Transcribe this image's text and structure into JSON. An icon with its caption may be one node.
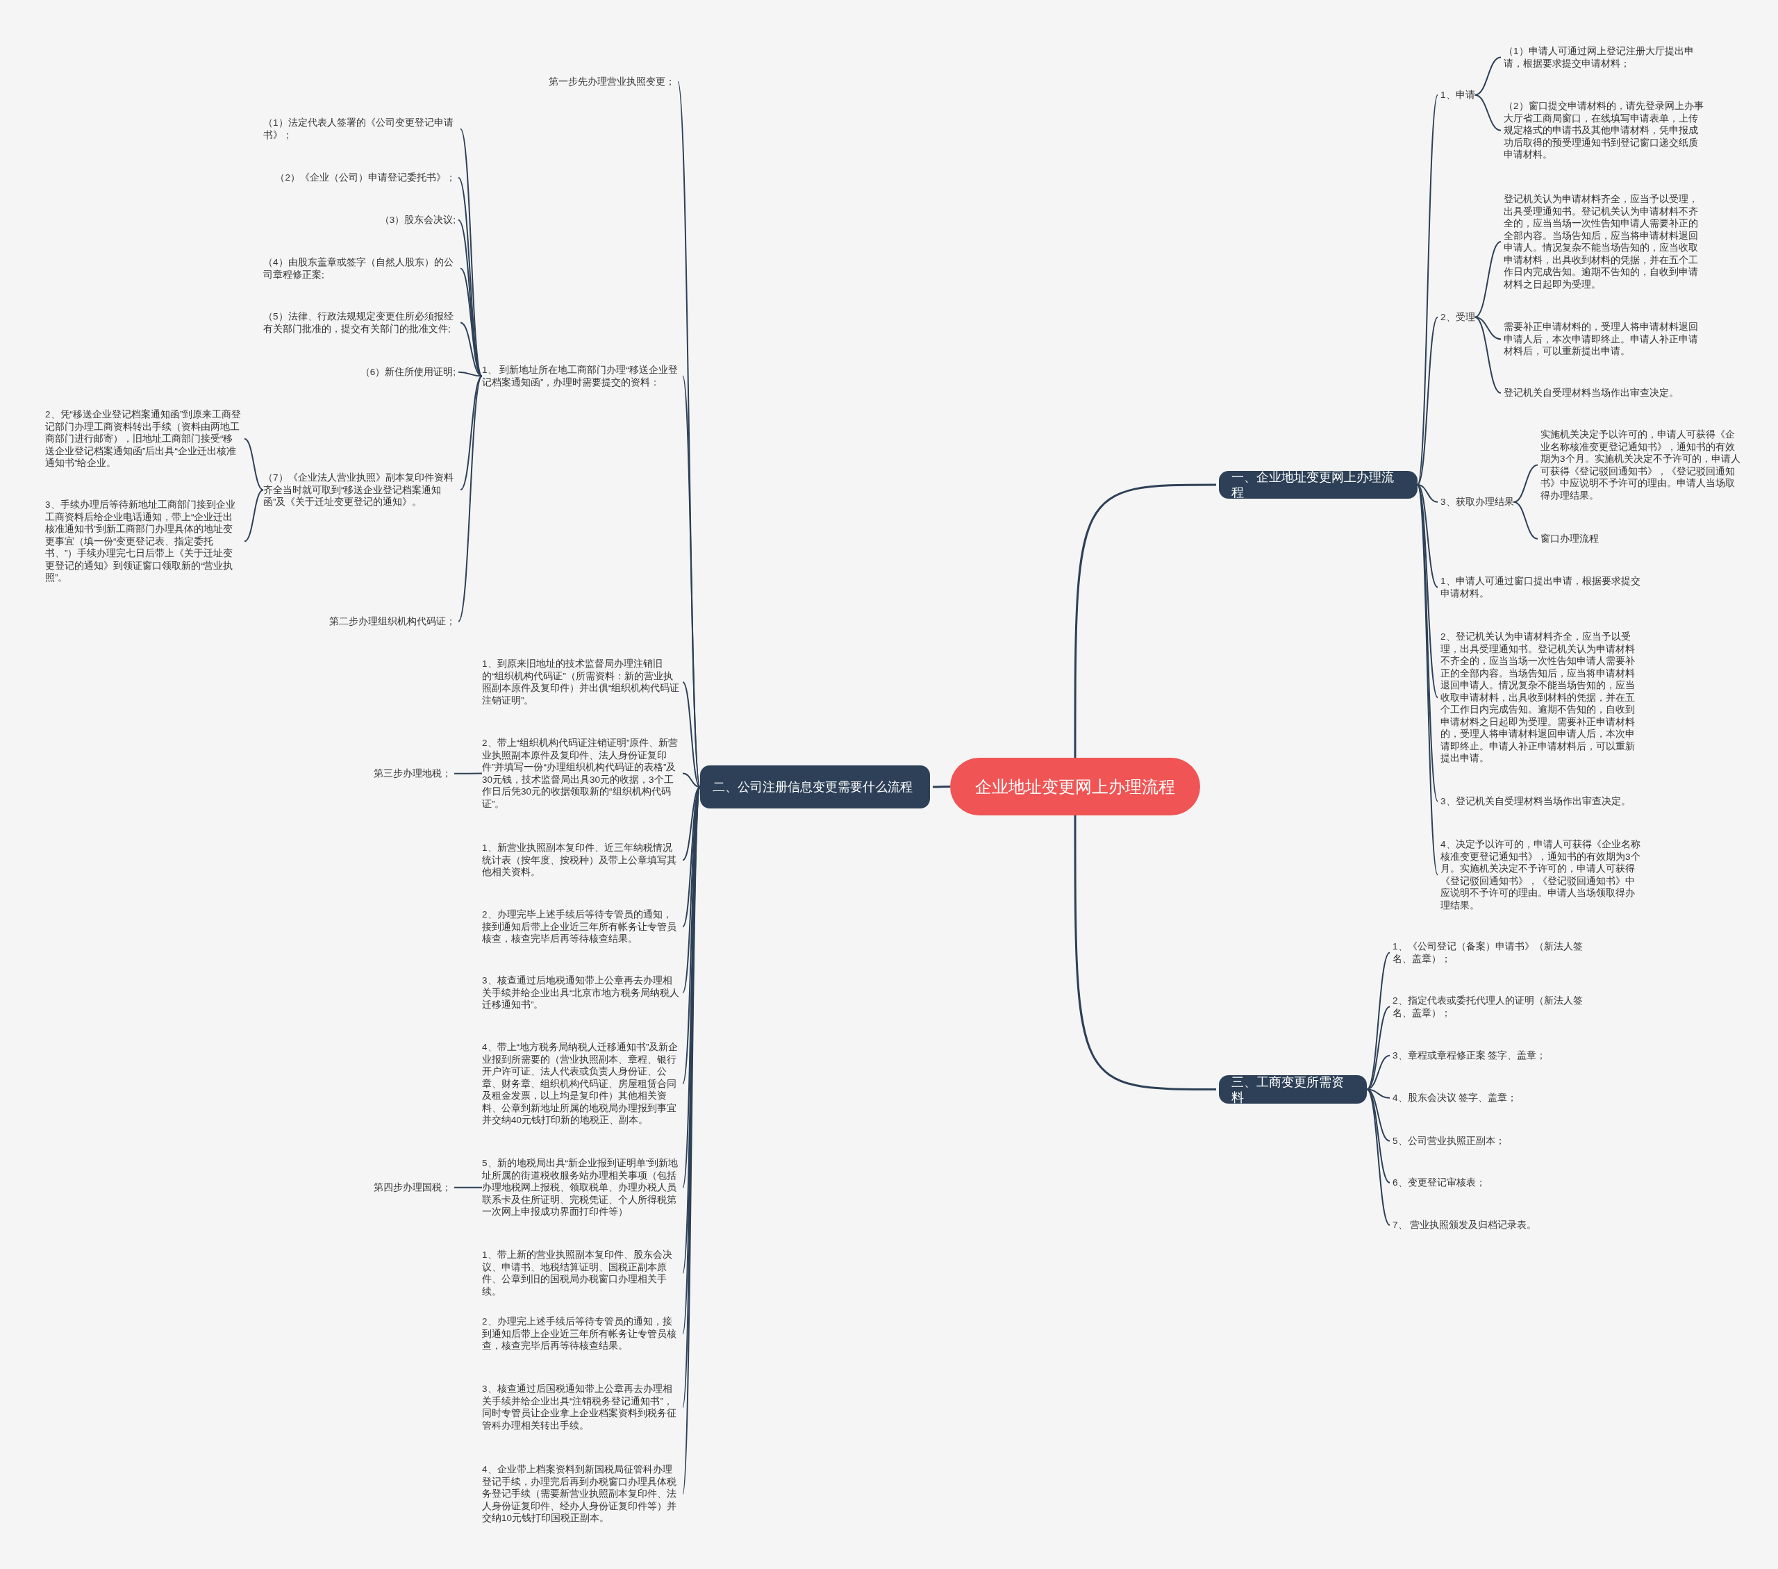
{
  "diagram": {
    "nodes": [
      {
        "text": [
          "企业地址变更网上办理流程"
        ]
      },
      {
        "text": [
          "一、企业地址变更网上办理流程"
        ]
      },
      {
        "text": [
          "1、申请"
        ]
      },
      {
        "text": [
          "（1）申请人可通过网上登记注册大厅提出申请，根据要求提交申请材料；"
        ]
      },
      {
        "text": [
          "（2）窗口提交申请材料的，请先登录网上办事大厅省工商局窗口，在线填写申请表单，上传规定格式的申请书及其他申请材料，凭申报成功后取得的预受理通知书到登记窗口递交纸质申请材料。"
        ]
      },
      {
        "text": [
          "2、受理"
        ]
      },
      {
        "text": [
          "登记机关认为申请材料齐全，应当予以受理，出具受理通知书。登记机关认为申请材料不齐全的，应当当场一次性告知申请人需要补正的全部内容。当场告知后，应当将申请材料退回申请人。情况复杂不能当场告知的，应当收取申请材料，出具收到材料的凭据，并在五个工作日内完成告知。逾期不告知的，自收到申请材料之日起即为受理。"
        ]
      },
      {
        "text": [
          "需要补正申请材料的，受理人将申请材料退回申请人后，本次申请即终止。申请人补正申请材料后，可以重新提出申请。"
        ]
      },
      {
        "text": [
          "登记机关自受理材料当场作出审查决定。"
        ]
      },
      {
        "text": [
          "3、获取办理结果"
        ]
      },
      {
        "text": [
          "实施机关决定予以许可的，申请人可获得《企业名称核准变更登记通知书》，通知书的有效期为3个月。实施机关决定不予许可的，申请人可获得《登记驳回通知书》，《登记驳回通知书》中应说明不予许可的理由。申请人当场取得办理结果。"
        ]
      },
      {
        "text": [
          "窗口办理流程"
        ]
      },
      {
        "text": [
          "1、申请人可通过窗口提出申请，根据要求提交申请材料。"
        ]
      },
      {
        "text": [
          "2、登记机关认为申请材料齐全，应当予以受理，出具受理通知书。登记机关认为申请材料不齐全的，应当当场一次性告知申请人需要补正的全部内容。当场告知后，应当将申请材料退回申请人。情况复杂不能当场告知的，应当收取申请材料，出具收到材料的凭据，并在五个工作日内完成告知。逾期不告知的，自收到申请材料之日起即为受理。需要补正申请材料的，受理人将申请材料退回申请人后，本次申请即终止。申请人补正申请材料后，可以重新提出申请。"
        ]
      },
      {
        "text": [
          "3、登记机关自受理材料当场作出审查决定。"
        ]
      },
      {
        "text": [
          "4、决定予以许可的，申请人可获得《企业名称核准变更登记通知书》，通知书的有效期为3个月。实施机关决定不予许可的，申请人可获得《登记驳回通知书》，《登记驳回通知书》中应说明不予许可的理由。申请人当场领取得办理结果。"
        ]
      },
      {
        "text": [
          "三、工商变更所需资料"
        ]
      },
      {
        "text": [
          "1、《公司登记（备案）申请书》（新法人签名、盖章）；"
        ]
      },
      {
        "text": [
          "2、指定代表或委托代理人的证明（新法人签名、盖章）；"
        ]
      },
      {
        "text": [
          "3、章程或章程修正案 签字、盖章；"
        ]
      },
      {
        "text": [
          "4、股东会决议 签字、盖章；"
        ]
      },
      {
        "text": [
          "5、公司营业执照正副本；"
        ]
      },
      {
        "text": [
          "6、变更登记审核表；"
        ]
      },
      {
        "text": [
          "7、 营业执照颁发及归档记录表。"
        ]
      },
      {
        "text": [
          "二、公司注册信息变更需要什么流程"
        ]
      },
      {
        "text": [
          "第一步先办理营业执照变更；"
        ]
      },
      {
        "text": [
          "1、 到新地址所在地工商部门办理“移送企业登记档案通知函”，办理时需要提交的资料："
        ]
      },
      {
        "text": [
          "（1）法定代表人签署的《公司变更登记申请书》；"
        ]
      },
      {
        "text": [
          "（2）《企业（公司）申请登记委托书》；"
        ]
      },
      {
        "text": [
          "（3）股东会决议;"
        ]
      },
      {
        "text": [
          "（4）由股东盖章或签字（自然人股东）的公司章程修正案;"
        ]
      },
      {
        "text": [
          "（5）法律、行政法规规定变更住所必须报经有关部门批准的，提交有关部门的批准文件;"
        ]
      },
      {
        "text": [
          "（6）新住所使用证明;"
        ]
      },
      {
        "text": [
          "（7）《企业法人营业执照》副本复印件资料齐全当时就可取到“移送企业登记档案通知函”及《关于迁址变更登记的通知》。"
        ]
      },
      {
        "text": [
          "2、凭“移送企业登记档案通知函”到原来工商登记部门办理工商资料转出手续（资料由两地工商部门进行邮寄），旧地址工商部门接受“移送企业登记档案通知函”后出具“企业迁出核准通知书”给企业。"
        ]
      },
      {
        "text": [
          "3、手续办理后等待新地址工商部门接到企业工商资料后给企业电话通知，带上“企业迁出核准通知书”到新工商部门办理具体的地址变更事宜（填一份“变更登记表、指定委托书、”）手续办理完七日后带上《关于迁址变更登记的通知》到领证窗口领取新的“营业执照”。"
        ]
      },
      {
        "text": [
          "第二步办理组织机构代码证；"
        ]
      },
      {
        "text": [
          "1、到原来旧地址的技术监督局办理注销旧的“组织机构代码证”（所需资料：新的营业执照副本原件及复印件）并出俱“组织机构代码证注销证明”。"
        ]
      },
      {
        "text": [
          "2、带上“组织机构代码证注销证明”原件、新营业执照副本原件及复印件、法人身份证复印件”并填写一份“办理组织机构代码证的表格”及30元钱，技术监督局出具30元的收据，3个工作日后凭30元的收据领取新的“组织机构代码证”。"
        ]
      },
      {
        "text": [
          "第三步办理地税；"
        ]
      },
      {
        "text": [
          "1、新营业执照副本复印件、近三年纳税情况统计表（按年度、按税种）及带上公章填写其他相关资料。"
        ]
      },
      {
        "text": [
          "2、办理完毕上述手续后等待专管员的通知，接到通知后带上企业近三年所有帐务让专管员核查，核查完毕后再等待核查结果。"
        ]
      },
      {
        "text": [
          "3、核查通过后地税通知带上公章再去办理相关手续并给企业出具“北京市地方税务局纳税人迁移通知书”。"
        ]
      },
      {
        "text": [
          "4、带上“地方税务局纳税人迁移通知书”及新企业报到所需要的（营业执照副本、章程、银行开户许可证、法人代表或负责人身份证、公章、财务章、组织机构代码证、房屋租赁合同及租金发票，以上均是复印件）其他相关资料、公章到新地址所属的地税局办理报到事宜并交纳40元钱打印新的地税正、副本。"
        ]
      },
      {
        "text": [
          "5、新的地税局出具“新企业报到证明单”到新地址所属的街道税收服务站办理相关事项（包括办理地税网上报税、领取税单、办理办税人员联系卡及住所证明、完税凭证、个人所得税第一次网上申报成功界面打印件等）"
        ]
      },
      {
        "text": [
          "第四步办理国税；"
        ]
      },
      {
        "text": [
          "1、带上新的营业执照副本复印件、股东会决议、申请书、地税结算证明、国税正副本原件、公章到旧的国税局办税窗口办理相关手续。"
        ]
      },
      {
        "text": [
          "2、办理完上述手续后等待专管员的通知，接到通知后带上企业近三年所有帐务让专管员核查，核查完毕后再等待核查结果。"
        ]
      },
      {
        "text": [
          "3、核查通过后国税通知带上公章再去办理相关手续并给企业出具“注销税务登记通知书”，同时专管员让企业拿上企业档案资料到税务征管科办理相关转出手续。"
        ]
      },
      {
        "text": [
          "4、企业带上档案资料到新国税局征管科办理登记手续，办理完后再到办税窗口办理具体税务登记手续（需要新营业执照副本复印件、法人身份证复印件、经办人身份证复印件等）并交纳10元钱打印国税正副本。"
        ]
      }
    ],
    "edges": [
      {
        "from": 0,
        "to": 1,
        "arrow": "none"
      },
      {
        "from": 0,
        "to": 16,
        "arrow": "none"
      },
      {
        "from": 0,
        "to": 24,
        "arrow": "none"
      },
      {
        "from": 1,
        "to": 2,
        "arrow": "none"
      },
      {
        "from": 1,
        "to": 5,
        "arrow": "none"
      },
      {
        "from": 1,
        "to": 9,
        "arrow": "none"
      },
      {
        "from": 1,
        "to": 12,
        "arrow": "none"
      },
      {
        "from": 1,
        "to": 13,
        "arrow": "none"
      },
      {
        "from": 1,
        "to": 14,
        "arrow": "none"
      },
      {
        "from": 1,
        "to": 15,
        "arrow": "none"
      },
      {
        "from": 2,
        "to": 3,
        "arrow": "none"
      },
      {
        "from": 2,
        "to": 4,
        "arrow": "none"
      },
      {
        "from": 5,
        "to": 6,
        "arrow": "none"
      },
      {
        "from": 5,
        "to": 7,
        "arrow": "none"
      },
      {
        "from": 5,
        "to": 8,
        "arrow": "none"
      },
      {
        "from": 9,
        "to": 10,
        "arrow": "none"
      },
      {
        "from": 9,
        "to": 11,
        "arrow": "none"
      },
      {
        "from": 16,
        "to": 17,
        "arrow": "none"
      },
      {
        "from": 16,
        "to": 18,
        "arrow": "none"
      },
      {
        "from": 16,
        "to": 19,
        "arrow": "none"
      },
      {
        "from": 16,
        "to": 20,
        "arrow": "none"
      },
      {
        "from": 16,
        "to": 21,
        "arrow": "none"
      },
      {
        "from": 16,
        "to": 22,
        "arrow": "none"
      },
      {
        "from": 16,
        "to": 23,
        "arrow": "none"
      },
      {
        "from": 24,
        "to": 25,
        "arrow": "none"
      },
      {
        "from": 24,
        "to": 26,
        "arrow": "none"
      },
      {
        "from": 24,
        "to": 37,
        "arrow": "none"
      },
      {
        "from": 24,
        "to": 38,
        "arrow": "none"
      },
      {
        "from": 24,
        "to": 40,
        "arrow": "none"
      },
      {
        "from": 24,
        "to": 41,
        "arrow": "none"
      },
      {
        "from": 24,
        "to": 42,
        "arrow": "none"
      },
      {
        "from": 24,
        "to": 43,
        "arrow": "none"
      },
      {
        "from": 24,
        "to": 44,
        "arrow": "none"
      },
      {
        "from": 24,
        "to": 46,
        "arrow": "none"
      },
      {
        "from": 24,
        "to": 47,
        "arrow": "none"
      },
      {
        "from": 24,
        "to": 48,
        "arrow": "none"
      },
      {
        "from": 24,
        "to": 49,
        "arrow": "none"
      },
      {
        "from": 26,
        "to": 27,
        "arrow": "none"
      },
      {
        "from": 26,
        "to": 28,
        "arrow": "none"
      },
      {
        "from": 26,
        "to": 29,
        "arrow": "none"
      },
      {
        "from": 26,
        "to": 30,
        "arrow": "none"
      },
      {
        "from": 26,
        "to": 31,
        "arrow": "none"
      },
      {
        "from": 26,
        "to": 32,
        "arrow": "none"
      },
      {
        "from": 26,
        "to": 33,
        "arrow": "none"
      },
      {
        "from": 26,
        "to": 36,
        "arrow": "none"
      },
      {
        "from": 33,
        "to": 34,
        "arrow": "none"
      },
      {
        "from": 33,
        "to": 35,
        "arrow": "none"
      },
      {
        "from": 38,
        "to": 39,
        "arrow": "none"
      },
      {
        "from": 44,
        "to": 45,
        "arrow": "none"
      }
    ]
  }
}
